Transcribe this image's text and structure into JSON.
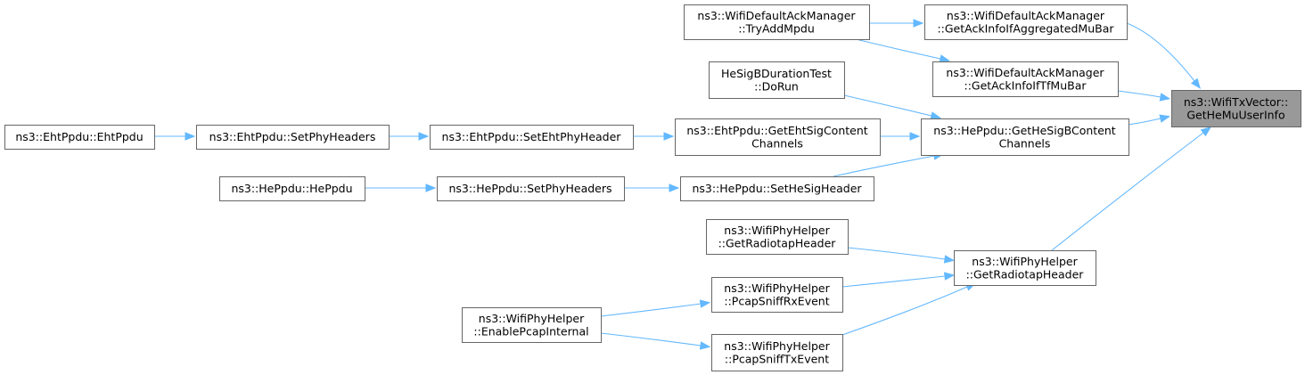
{
  "nodes": {
    "root": {
      "lines": [
        "ns3::WifiTxVector::",
        "GetHeMuUserInfo"
      ],
      "colors": {
        "fill": "#999999",
        "stroke": "#666666"
      }
    },
    "ackTryAddMpdu": {
      "lines": [
        "ns3::WifiDefaultAckManager",
        "::TryAddMpdu"
      ]
    },
    "ackAggMuBar": {
      "lines": [
        "ns3::WifiDefaultAckManager",
        "::GetAckInfoIfAggregatedMuBar"
      ]
    },
    "ackTfMuBar": {
      "lines": [
        "ns3::WifiDefaultAckManager",
        "::GetAckInfoIfTfMuBar"
      ]
    },
    "heSigBTest": {
      "lines": [
        "HeSigBDurationTest",
        "::DoRun"
      ]
    },
    "heSigBContent": {
      "lines": [
        "ns3::HePpdu::GetHeSigBContent",
        "Channels"
      ]
    },
    "ehtSigContent": {
      "lines": [
        "ns3::EhtPpdu::GetEhtSigContent",
        "Channels"
      ]
    },
    "ehtSetPhyHeader": {
      "lines": [
        "ns3::EhtPpdu::SetEhtPhyHeader"
      ]
    },
    "ehtSetPhyHeaders": {
      "lines": [
        "ns3::EhtPpdu::SetPhyHeaders"
      ]
    },
    "ehtCtor": {
      "lines": [
        "ns3::EhtPpdu::EhtPpdu"
      ]
    },
    "heSetHeSig": {
      "lines": [
        "ns3::HePpdu::SetHeSigHeader"
      ]
    },
    "heSetPhyHeaders": {
      "lines": [
        "ns3::HePpdu::SetPhyHeaders"
      ]
    },
    "heCtor": {
      "lines": [
        "ns3::HePpdu::HePpdu"
      ]
    },
    "radiotapMid": {
      "lines": [
        "ns3::WifiPhyHelper",
        "::GetRadiotapHeader"
      ]
    },
    "radiotapLeft": {
      "lines": [
        "ns3::WifiPhyHelper",
        "::GetRadiotapHeader"
      ]
    },
    "pcapRx": {
      "lines": [
        "ns3::WifiPhyHelper",
        "::PcapSniffRxEvent"
      ]
    },
    "pcapTx": {
      "lines": [
        "ns3::WifiPhyHelper",
        "::PcapSniffTxEvent"
      ]
    },
    "enablePcap": {
      "lines": [
        "ns3::WifiPhyHelper",
        "::EnablePcapInternal"
      ]
    }
  },
  "edges": [
    {
      "from": "ackAggMuBar",
      "to": "root"
    },
    {
      "from": "ackTfMuBar",
      "to": "root"
    },
    {
      "from": "heSigBContent",
      "to": "root"
    },
    {
      "from": "radiotapMid",
      "to": "root"
    },
    {
      "from": "ackTryAddMpdu",
      "to": "ackAggMuBar"
    },
    {
      "from": "ackTryAddMpdu",
      "to": "ackTfMuBar"
    },
    {
      "from": "heSigBTest",
      "to": "heSigBContent"
    },
    {
      "from": "ehtSigContent",
      "to": "heSigBContent"
    },
    {
      "from": "heSetHeSig",
      "to": "heSigBContent"
    },
    {
      "from": "ehtSetPhyHeader",
      "to": "ehtSigContent"
    },
    {
      "from": "ehtSetPhyHeaders",
      "to": "ehtSetPhyHeader"
    },
    {
      "from": "ehtCtor",
      "to": "ehtSetPhyHeaders"
    },
    {
      "from": "heSetPhyHeaders",
      "to": "heSetHeSig"
    },
    {
      "from": "heCtor",
      "to": "heSetPhyHeaders"
    },
    {
      "from": "radiotapLeft",
      "to": "radiotapMid"
    },
    {
      "from": "pcapRx",
      "to": "radiotapMid"
    },
    {
      "from": "pcapTx",
      "to": "radiotapMid"
    },
    {
      "from": "enablePcap",
      "to": "pcapRx"
    },
    {
      "from": "enablePcap",
      "to": "pcapTx"
    }
  ],
  "colors": {
    "edge": "#63b8ff",
    "node_border": "#666666",
    "node_fill": "#ffffff",
    "root_fill": "#999999"
  }
}
